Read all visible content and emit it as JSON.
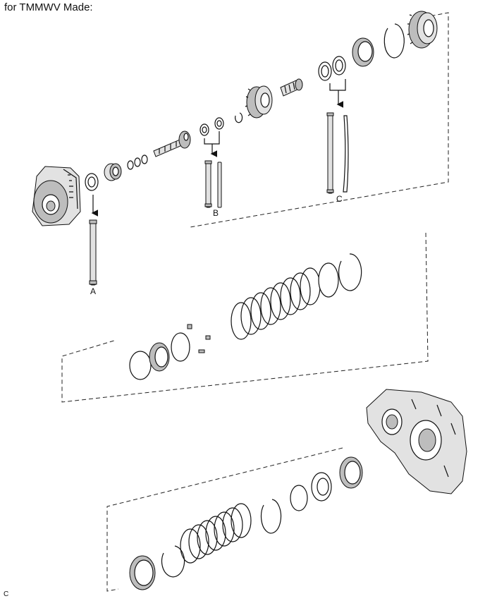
{
  "caption": "for TMMWV Made:",
  "corner_mark": "C",
  "callouts": {
    "a": "A",
    "b": "B",
    "c": "C"
  }
}
